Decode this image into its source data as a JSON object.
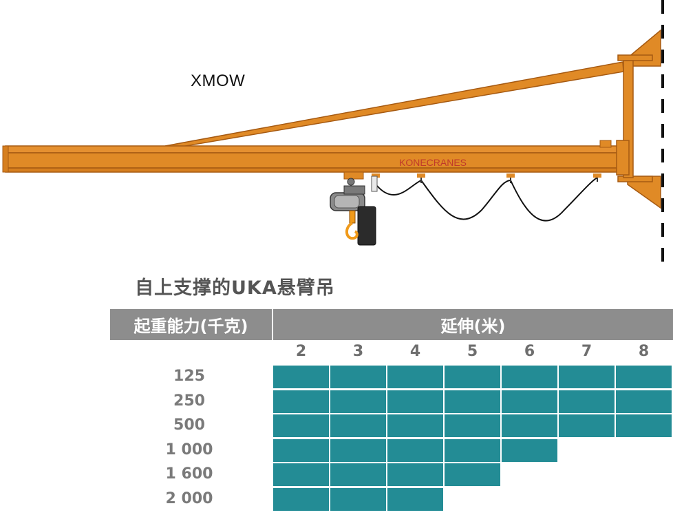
{
  "diagram": {
    "model_label": "XMOW",
    "brand_text": "KONECRANES",
    "colors": {
      "steel": "#e08a26",
      "steel_dark": "#a65a12",
      "hoist_body": "#7a7a7a",
      "cable": "#111111",
      "hook": "#f09a1a",
      "wall_line": "#111111"
    }
  },
  "table": {
    "title": "自上支撑的UKA悬臂吊",
    "capacity_header": "起重能力(千克)",
    "extension_header": "延伸(米)",
    "columns": [
      "2",
      "3",
      "4",
      "5",
      "6",
      "7",
      "8"
    ],
    "rows": [
      {
        "label": "125",
        "available": 7
      },
      {
        "label": "250",
        "available": 7
      },
      {
        "label": "500",
        "available": 7
      },
      {
        "label": "1 000",
        "available": 5
      },
      {
        "label": "1 600",
        "available": 4
      },
      {
        "label": "2 000",
        "available": 3
      }
    ],
    "cell_color": "#238c95",
    "header_color": "#8d8d8d"
  }
}
